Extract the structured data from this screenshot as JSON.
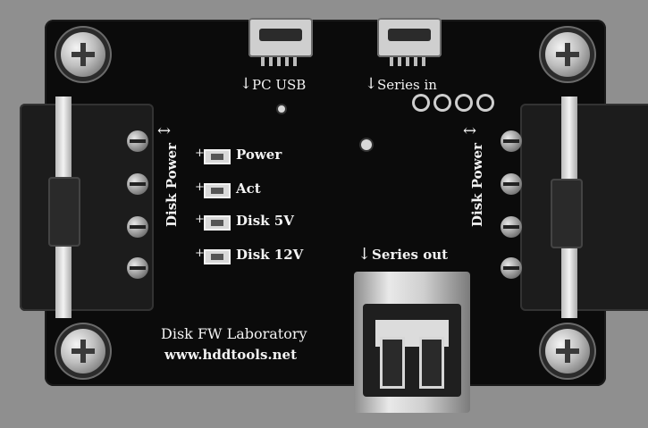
{
  "board": {
    "connector_usb": "PC USB",
    "connector_series_in": "Series in",
    "connector_series_out": "Series out",
    "disk_power_left": "Disk Power",
    "disk_power_right": "Disk Power",
    "arrow_down": "↓",
    "arrow_bidirectional": "↔",
    "led_plus": "+",
    "leds": [
      {
        "label": "Power"
      },
      {
        "label": "Act"
      },
      {
        "label": "Disk 5V"
      },
      {
        "label": "Disk 12V"
      }
    ],
    "maker": "Disk FW Laboratory",
    "website": "www.hddtools.net"
  },
  "colors": {
    "pcb": "#0b0b0b",
    "silkscreen": "#f2f2f2",
    "background": "#8f8f8f"
  },
  "icons": [
    "screw-icon",
    "usb-micro-icon",
    "usb-a-icon",
    "terminal-block-icon",
    "led-icon"
  ]
}
